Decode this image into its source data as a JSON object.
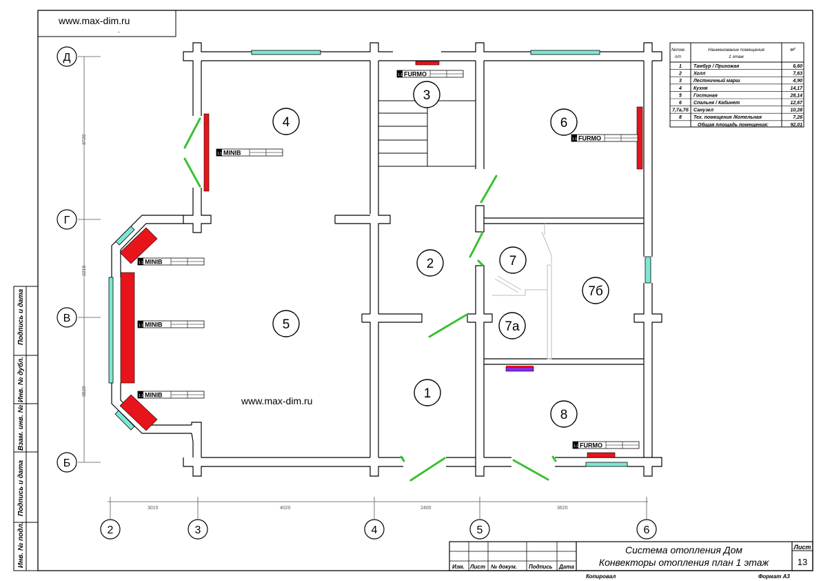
{
  "header": {
    "site": "www.max-dim.ru"
  },
  "watermark": "www.max-dim.ru",
  "axes": {
    "rows": [
      "Д",
      "Г",
      "В",
      "Б"
    ],
    "cols": [
      "2",
      "3",
      "4",
      "5",
      "6"
    ],
    "row_dims": [
      "3720",
      "2215",
      "3520"
    ],
    "col_dims": [
      "3015",
      "4020",
      "2400",
      "3620"
    ]
  },
  "rooms": [
    "1",
    "2",
    "3",
    "4",
    "5",
    "6",
    "7",
    "7а",
    "7б",
    "8"
  ],
  "convectors": {
    "minib": "MINIB",
    "furmo": "FURMO",
    "prefix": "1.1"
  },
  "room_table": {
    "headers": [
      "№пом. п/п",
      "Наименование помещения 1 этаж",
      "м²"
    ],
    "rows": [
      [
        "1",
        "Тамбур / Прихожая",
        "6,60"
      ],
      [
        "2",
        "Холл",
        "7,63"
      ],
      [
        "3",
        "Лестничный марш",
        "4,90"
      ],
      [
        "4",
        "Кухня",
        "14,17"
      ],
      [
        "5",
        "Гостиная",
        "28,14"
      ],
      [
        "6",
        "Спальня / Кабинет",
        "12,67"
      ],
      [
        "7,7а,7б",
        "Санузел",
        "10,28"
      ],
      [
        "8",
        "Тех. помещение /Котельная",
        "7,26"
      ]
    ],
    "total_label": "Общая площадь помещения:",
    "total_value": "92,01"
  },
  "side_stamp": [
    "Подпись и дата",
    "Инв. № дубл.",
    "Взам. инв. №",
    "Подпись и дата",
    "Инв. № подл."
  ],
  "title_block": {
    "line1": "Система отопления Дом",
    "line2": "Конвекторы отопления план 1 этаж",
    "cols": [
      "Изм.",
      "Лист",
      "№ докум.",
      "Подпись",
      "Дата"
    ],
    "sheet_label": "Лист",
    "sheet_number": "13",
    "copied": "Копировал",
    "format": "Формат А3"
  },
  "colors": {
    "radiator": "#e8141c",
    "door": "#39c02f",
    "window": "#7fe6d4",
    "wall": "#000000",
    "dim": "#555555"
  }
}
